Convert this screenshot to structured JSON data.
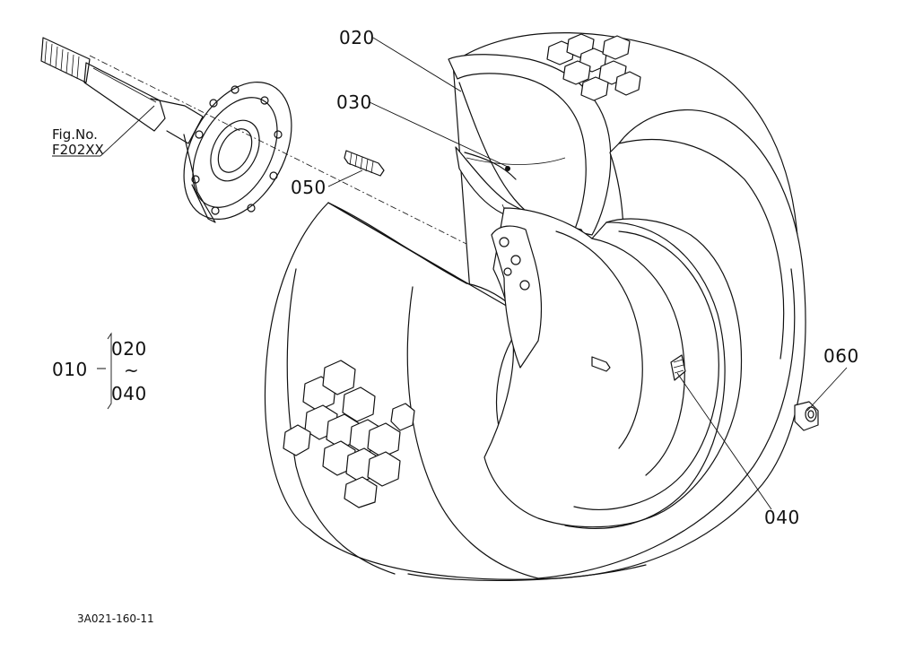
{
  "callouts": {
    "c020": "020",
    "c030": "030",
    "c050": "050",
    "c060": "060",
    "c040": "040",
    "c010": "010"
  },
  "range": {
    "from": "020",
    "tilde": "~",
    "to": "040"
  },
  "figure_ref": {
    "line1": "Fig.No.",
    "line2": "F202XX"
  },
  "drawing_code": "3A021-160-11"
}
